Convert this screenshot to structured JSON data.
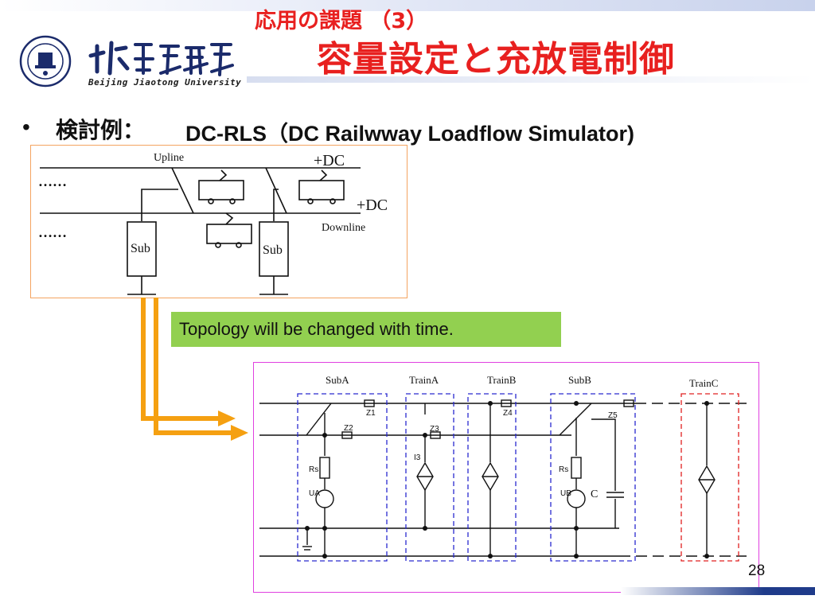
{
  "header": {
    "subtitle": "応用の課題 （3）",
    "title": "容量設定と充放電制御",
    "university_en": "Beijing Jiaotong University"
  },
  "bullet": {
    "label": "検討例：",
    "text": "DC-RLS（DC Railwway Loadflow Simulator)"
  },
  "topology": {
    "upline": "Upline",
    "downline": "Downline",
    "dc1": "+DC",
    "dc2": "+DC",
    "dots1": "……",
    "dots2": "……",
    "sub1": "Sub",
    "sub2": "Sub"
  },
  "note": "Topology will be changed  with time.",
  "circuit": {
    "subA": "SubA",
    "trainA": "TrainA",
    "trainB": "TrainB",
    "subB": "SubB",
    "trainC": "TrainC",
    "z1": "Z1",
    "z2": "Z2",
    "z3": "Z3",
    "z4": "Z4",
    "z5": "Z5",
    "i3": "I3",
    "rs1": "Rs",
    "rs2": "Rs",
    "ua": "UA",
    "ub": "UB",
    "c": "C"
  },
  "page_number": "28",
  "colors": {
    "title_red": "#e8201f",
    "note_green": "#92d050",
    "arrow_orange": "#f5a011",
    "box_orange": "#f4a460",
    "box_magenta": "#e040e0",
    "dash_blue": "#2a2acf",
    "dash_red": "#e02020"
  }
}
